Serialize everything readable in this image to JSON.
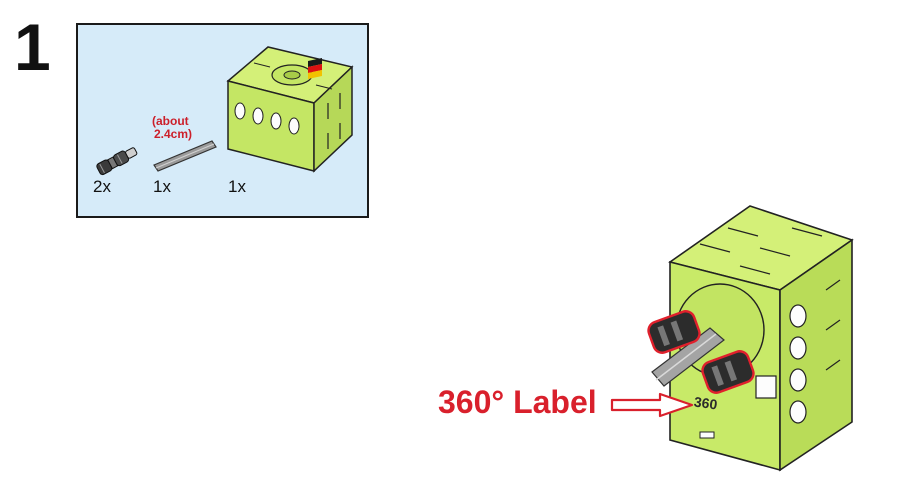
{
  "step": {
    "number": "1"
  },
  "parts": {
    "connector_qty": "2x",
    "axle_qty": "1x",
    "axle_note_line1": "(about",
    "axle_note_line2": "2.4cm)",
    "servo_qty": "1x"
  },
  "assembly": {
    "callout_label": "360° Label",
    "servo_marking": "360"
  },
  "colors": {
    "servo_body": "#d4f078",
    "parts_box_bg": "#d6ebf9",
    "callout": "#d9202c",
    "axle": "#9a9a9a",
    "connector": "#3a3a3a"
  }
}
